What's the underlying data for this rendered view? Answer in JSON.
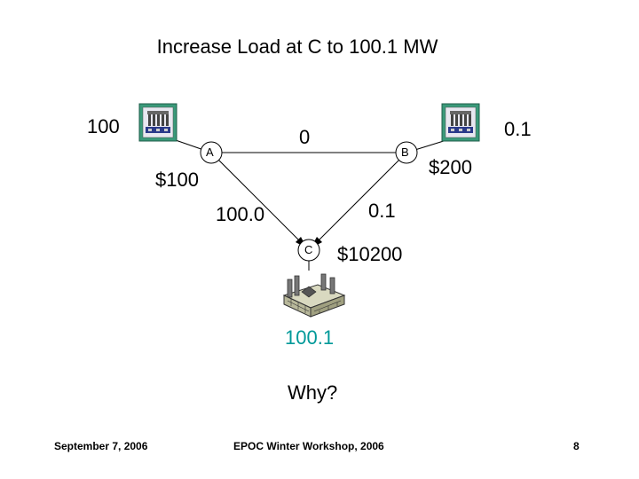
{
  "title": "Increase Load at C to 100.1 MW",
  "nodes": {
    "a": {
      "label": "A",
      "generation": "100",
      "price": "$100"
    },
    "b": {
      "label": "B",
      "generation": "0.1",
      "price": "$200"
    },
    "c": {
      "label": "C",
      "load": "100.1",
      "price": "$10200"
    }
  },
  "flows": {
    "ab": "0",
    "ac": "100.0",
    "bc": "0.1"
  },
  "question": "Why?",
  "footer": {
    "date": "September 7, 2006",
    "event": "EPOC Winter Workshop, 2006",
    "page": "8"
  },
  "icons": {
    "generator_a": "generator-icon",
    "generator_b": "generator-icon",
    "load_c": "factory-icon"
  },
  "colors": {
    "load_value": "#009999",
    "generator_frame": "#2f8f6f"
  }
}
